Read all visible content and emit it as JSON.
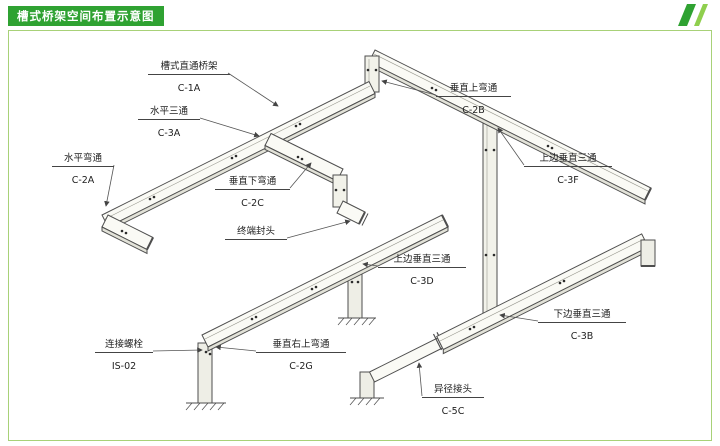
{
  "page": {
    "title": "槽式桥架空间布置示意图"
  },
  "diagram": {
    "labels": [
      {
        "name": "槽式直通桥架",
        "code": "C-1A"
      },
      {
        "name": "水平三通",
        "code": "C-3A"
      },
      {
        "name": "水平弯通",
        "code": "C-2A"
      },
      {
        "name": "垂直下弯通",
        "code": "C-2C"
      },
      {
        "name": "终端封头"
      },
      {
        "name": "垂直上弯通",
        "code": "C-2B"
      },
      {
        "name": "上边垂直三通",
        "code": "C-3F"
      },
      {
        "name": "上边垂直三通",
        "code": "C-3D"
      },
      {
        "name": "下边垂直三通",
        "code": "C-3B"
      },
      {
        "name": "连接螺栓",
        "code": "IS-02"
      },
      {
        "name": "垂直右上弯通",
        "code": "C-2G"
      },
      {
        "name": "异径接头",
        "code": "C-5C"
      }
    ],
    "colors": {
      "accent_green": "#2fa232",
      "light_green": "#8fcf4e",
      "border_green": "#a8d178",
      "line": "#4e4e4e"
    }
  }
}
